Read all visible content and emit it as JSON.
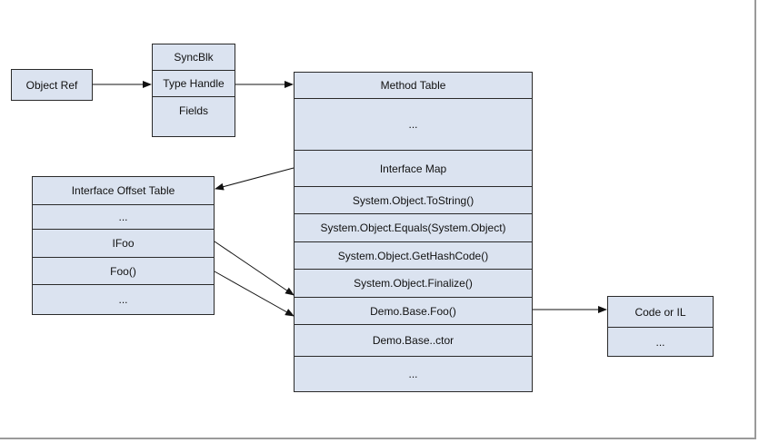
{
  "object_ref": {
    "label": "Object Ref"
  },
  "object_header": {
    "rows": [
      "SyncBlk",
      "Type Handle",
      "Fields"
    ]
  },
  "method_table": {
    "rows": [
      "Method Table",
      "...",
      "Interface Map",
      "System.Object.ToString()",
      "System.Object.Equals(System.Object)",
      "System.Object.GetHashCode()",
      "System.Object.Finalize()",
      "Demo.Base.Foo()",
      "Demo.Base..ctor",
      "..."
    ]
  },
  "interface_offset_table": {
    "rows": [
      "Interface Offset Table",
      "...",
      "IFoo",
      "Foo()",
      "..."
    ]
  },
  "code_box": {
    "rows": [
      "Code or IL",
      "..."
    ]
  },
  "colors": {
    "box_fill": "#dbe3f0",
    "line": "#2a2a2a",
    "frame_shadow": "#9a9a9a"
  }
}
